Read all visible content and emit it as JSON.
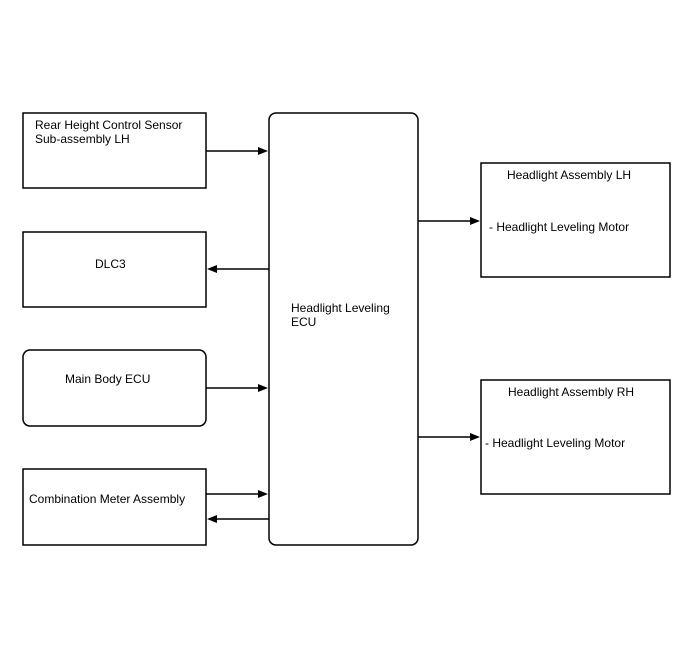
{
  "diagram": {
    "blocks": {
      "rear_sensor": {
        "line1": "Rear Height Control Sensor",
        "line2": "Sub-assembly LH"
      },
      "dlc3": {
        "label": "DLC3"
      },
      "main_body_ecu": {
        "label": "Main Body ECU"
      },
      "combination_meter": {
        "label": "Combination Meter Assembly"
      },
      "leveling_ecu": {
        "line1": "Headlight Leveling",
        "line2": "ECU"
      },
      "headlight_lh": {
        "title": "Headlight Assembly LH",
        "item": "- Headlight Leveling Motor"
      },
      "headlight_rh": {
        "title": "Headlight Assembly RH",
        "item": "- Headlight Leveling Motor"
      }
    },
    "connections": [
      {
        "from": "Rear Height Control Sensor Sub-assembly LH",
        "to": "Headlight Leveling ECU"
      },
      {
        "from": "Headlight Leveling ECU",
        "to": "DLC3"
      },
      {
        "from": "Main Body ECU",
        "to": "Headlight Leveling ECU"
      },
      {
        "from": "Combination Meter Assembly",
        "to": "Headlight Leveling ECU"
      },
      {
        "from": "Headlight Leveling ECU",
        "to": "Combination Meter Assembly"
      },
      {
        "from": "Headlight Leveling ECU",
        "to": "Headlight Assembly LH"
      },
      {
        "from": "Headlight Leveling ECU",
        "to": "Headlight Assembly RH"
      }
    ],
    "colors": {
      "stroke": "#000000",
      "background": "#ffffff"
    }
  }
}
